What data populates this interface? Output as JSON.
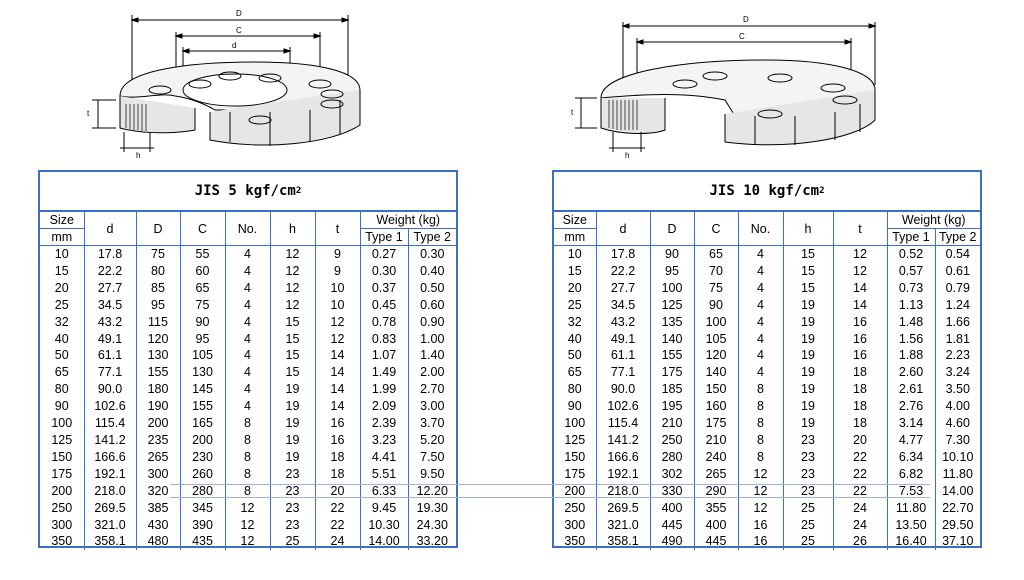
{
  "drawings": {
    "left": {
      "labels": {
        "D": "D",
        "C": "C",
        "d": "d",
        "t": "t",
        "h": "h"
      }
    },
    "right": {
      "labels": {
        "D": "D",
        "C": "C",
        "t": "t",
        "h": "h"
      }
    }
  },
  "tables": [
    {
      "title_text": "JIS 5 kgf/cm",
      "title_sup": "2",
      "headers": {
        "size": "Size",
        "mm": "mm",
        "d": "d",
        "D": "D",
        "C": "C",
        "no": "No.",
        "h": "h",
        "t": "t",
        "weight": "Weight (kg)",
        "type1": "Type 1",
        "type2": "Type 2"
      },
      "rows": [
        [
          "10",
          "17.8",
          "75",
          "55",
          "4",
          "12",
          "9",
          "0.27",
          "0.30"
        ],
        [
          "15",
          "22.2",
          "80",
          "60",
          "4",
          "12",
          "9",
          "0.30",
          "0.40"
        ],
        [
          "20",
          "27.7",
          "85",
          "65",
          "4",
          "12",
          "10",
          "0.37",
          "0.50"
        ],
        [
          "25",
          "34.5",
          "95",
          "75",
          "4",
          "12",
          "10",
          "0.45",
          "0.60"
        ],
        [
          "32",
          "43.2",
          "115",
          "90",
          "4",
          "15",
          "12",
          "0.78",
          "0.90"
        ],
        [
          "40",
          "49.1",
          "120",
          "95",
          "4",
          "15",
          "12",
          "0.83",
          "1.00"
        ],
        [
          "50",
          "61.1",
          "130",
          "105",
          "4",
          "15",
          "14",
          "1.07",
          "1.40"
        ],
        [
          "65",
          "77.1",
          "155",
          "130",
          "4",
          "15",
          "14",
          "1.49",
          "2.00"
        ],
        [
          "80",
          "90.0",
          "180",
          "145",
          "4",
          "19",
          "14",
          "1.99",
          "2.70"
        ],
        [
          "90",
          "102.6",
          "190",
          "155",
          "4",
          "19",
          "14",
          "2.09",
          "3.00"
        ],
        [
          "100",
          "115.4",
          "200",
          "165",
          "8",
          "19",
          "16",
          "2.39",
          "3.70"
        ],
        [
          "125",
          "141.2",
          "235",
          "200",
          "8",
          "19",
          "16",
          "3.23",
          "5.20"
        ],
        [
          "150",
          "166.6",
          "265",
          "230",
          "8",
          "19",
          "18",
          "4.41",
          "7.50"
        ],
        [
          "175",
          "192.1",
          "300",
          "260",
          "8",
          "23",
          "18",
          "5.51",
          "9.50"
        ],
        [
          "200",
          "218.0",
          "320",
          "280",
          "8",
          "23",
          "20",
          "6.33",
          "12.20"
        ],
        [
          "250",
          "269.5",
          "385",
          "345",
          "12",
          "23",
          "22",
          "9.45",
          "19.30"
        ],
        [
          "300",
          "321.0",
          "430",
          "390",
          "12",
          "23",
          "22",
          "10.30",
          "24.30"
        ],
        [
          "350",
          "358.1",
          "480",
          "435",
          "12",
          "25",
          "24",
          "14.00",
          "33.20"
        ]
      ]
    },
    {
      "title_text": "JIS 10 kgf/cm",
      "title_sup": "2",
      "headers": {
        "size": "Size",
        "mm": "mm",
        "d": "d",
        "D": "D",
        "C": "C",
        "no": "No.",
        "h": "h",
        "t": "t",
        "weight": "Weight (kg)",
        "type1": "Type 1",
        "type2": "Type 2"
      },
      "rows": [
        [
          "10",
          "17.8",
          "90",
          "65",
          "4",
          "15",
          "12",
          "0.52",
          "0.54"
        ],
        [
          "15",
          "22.2",
          "95",
          "70",
          "4",
          "15",
          "12",
          "0.57",
          "0.61"
        ],
        [
          "20",
          "27.7",
          "100",
          "75",
          "4",
          "15",
          "14",
          "0.73",
          "0.79"
        ],
        [
          "25",
          "34.5",
          "125",
          "90",
          "4",
          "19",
          "14",
          "1.13",
          "1.24"
        ],
        [
          "32",
          "43.2",
          "135",
          "100",
          "4",
          "19",
          "16",
          "1.48",
          "1.66"
        ],
        [
          "40",
          "49.1",
          "140",
          "105",
          "4",
          "19",
          "16",
          "1.56",
          "1.81"
        ],
        [
          "50",
          "61.1",
          "155",
          "120",
          "4",
          "19",
          "16",
          "1.88",
          "2.23"
        ],
        [
          "65",
          "77.1",
          "175",
          "140",
          "4",
          "19",
          "18",
          "2.60",
          "3.24"
        ],
        [
          "80",
          "90.0",
          "185",
          "150",
          "8",
          "19",
          "18",
          "2.61",
          "3.50"
        ],
        [
          "90",
          "102.6",
          "195",
          "160",
          "8",
          "19",
          "18",
          "2.76",
          "4.00"
        ],
        [
          "100",
          "115.4",
          "210",
          "175",
          "8",
          "19",
          "18",
          "3.14",
          "4.60"
        ],
        [
          "125",
          "141.2",
          "250",
          "210",
          "8",
          "23",
          "20",
          "4.77",
          "7.30"
        ],
        [
          "150",
          "166.6",
          "280",
          "240",
          "8",
          "23",
          "22",
          "6.34",
          "10.10"
        ],
        [
          "175",
          "192.1",
          "302",
          "265",
          "12",
          "23",
          "22",
          "6.82",
          "11.80"
        ],
        [
          "200",
          "218.0",
          "330",
          "290",
          "12",
          "23",
          "22",
          "7.53",
          "14.00"
        ],
        [
          "250",
          "269.5",
          "400",
          "355",
          "12",
          "25",
          "24",
          "11.80",
          "22.70"
        ],
        [
          "300",
          "321.0",
          "445",
          "400",
          "16",
          "25",
          "24",
          "13.50",
          "29.50"
        ],
        [
          "350",
          "358.1",
          "490",
          "445",
          "16",
          "25",
          "26",
          "16.40",
          "37.10"
        ]
      ]
    }
  ]
}
